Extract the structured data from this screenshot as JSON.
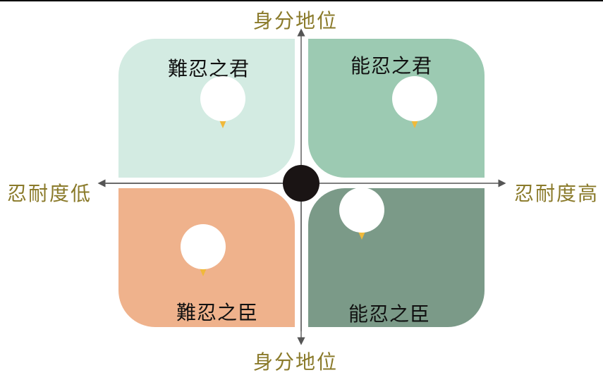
{
  "axes": {
    "top_label": "身分地位",
    "bottom_label": "身分地位",
    "left_label": "忍耐度低",
    "right_label": "忍耐度高",
    "label_color": "#8a7a2a",
    "line_color": "#555555"
  },
  "quadrants": [
    {
      "id": "top-left",
      "label": "難忍之君",
      "color": "#d3ebe2"
    },
    {
      "id": "top-right",
      "label": "能忍之君",
      "color": "#9ccab2"
    },
    {
      "id": "bottom-left",
      "label": "難忍之臣",
      "color": "#efb28c"
    },
    {
      "id": "bottom-right",
      "label": "能忍之臣",
      "color": "#7b9a88"
    }
  ],
  "center_dot_color": "#1a1414",
  "pin_color": "#f0b93a",
  "marker_fill": "#ffffff"
}
